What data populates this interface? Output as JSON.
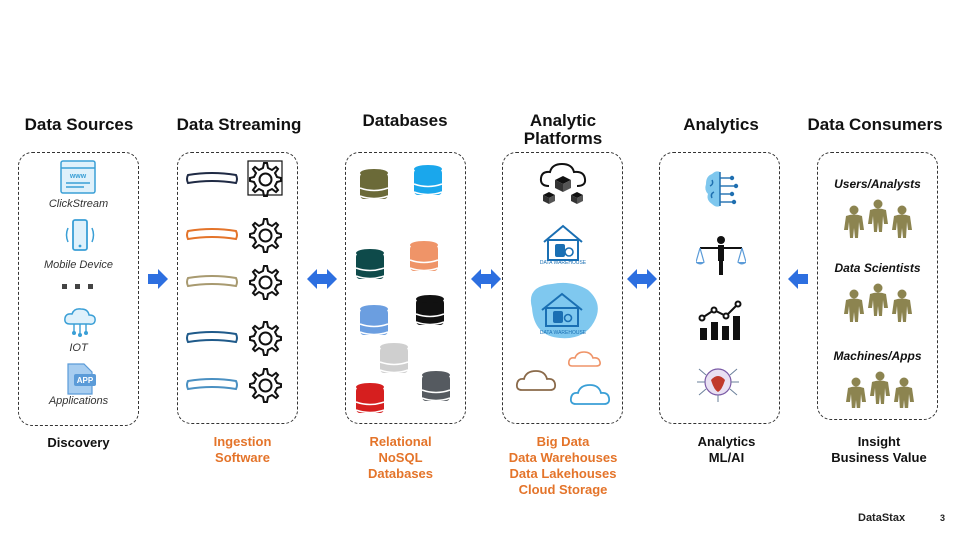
{
  "columns": {
    "sources": {
      "title": "Data Sources",
      "items": [
        "ClickStream",
        "Mobile Device",
        "IOT",
        "Applications"
      ],
      "caption": [
        "Discovery"
      ]
    },
    "streaming": {
      "title": "Data Streaming",
      "caption": [
        "Ingestion",
        "Software"
      ]
    },
    "databases": {
      "title": "Databases",
      "caption": [
        "Relational",
        "NoSQL",
        "Databases"
      ]
    },
    "analytic_platforms": {
      "title": [
        "Analytic",
        "Platforms"
      ],
      "warehouse_label": "DATA WAREHOUSE",
      "caption": [
        "Big Data",
        "Data Warehouses",
        "Data Lakehouses",
        "Cloud Storage"
      ]
    },
    "analytics": {
      "title": "Analytics",
      "caption": [
        "Analytics",
        "ML/AI"
      ]
    },
    "consumers": {
      "title": "Data Consumers",
      "groups": [
        "Users/Analysts",
        "Data Scientists",
        "Machines/Apps"
      ],
      "caption": [
        "Insight",
        "Business Value"
      ]
    }
  },
  "footer": {
    "brand": "DataStax",
    "page": "3"
  },
  "colors": {
    "orange": "#e4742a",
    "arrow_blue": "#2d6fe0",
    "person_olive": "#8c8450"
  }
}
